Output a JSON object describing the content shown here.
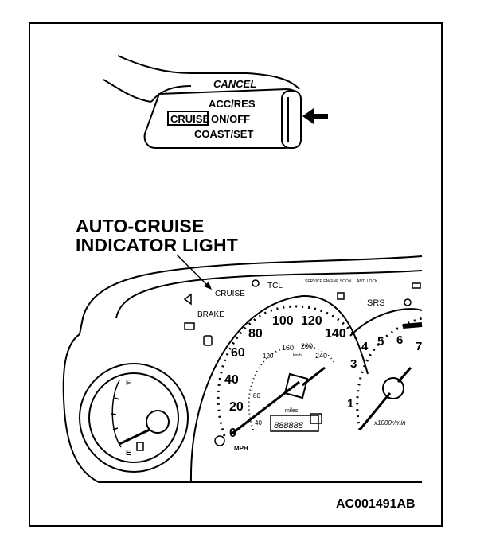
{
  "figure_id": "AC001491AB",
  "callout": {
    "line1": "AUTO-CRUISE",
    "line2": "INDICATOR LIGHT"
  },
  "lever": {
    "cancel": "CANCEL",
    "acc_res": "ACC/RES",
    "cruise": "CRUISE",
    "on_off": "ON/OFF",
    "coast_set": "COAST/SET"
  },
  "indicators": {
    "cruise": "CRUISE",
    "tcl": "TCL",
    "service_engine": "SERVICE ENGINE SOON",
    "anti_lock": "ANTI LOCK",
    "brake": "BRAKE",
    "srs": "SRS"
  },
  "speedometer": {
    "unit": "MPH",
    "mph_ticks": [
      "0",
      "20",
      "40",
      "60",
      "80",
      "100",
      "120",
      "140"
    ],
    "kmh_ticks": [
      "40",
      "80",
      "120",
      "160",
      "200",
      "240"
    ],
    "kmh_unit": "km/h",
    "odometer_label": "miles",
    "odometer_value": "888888"
  },
  "tachometer": {
    "unit": "x1000r/min",
    "ticks": [
      "1",
      "3",
      "4",
      "5",
      "6",
      "7"
    ]
  },
  "fuel_gauge": {
    "full": "F",
    "empty": "E"
  }
}
